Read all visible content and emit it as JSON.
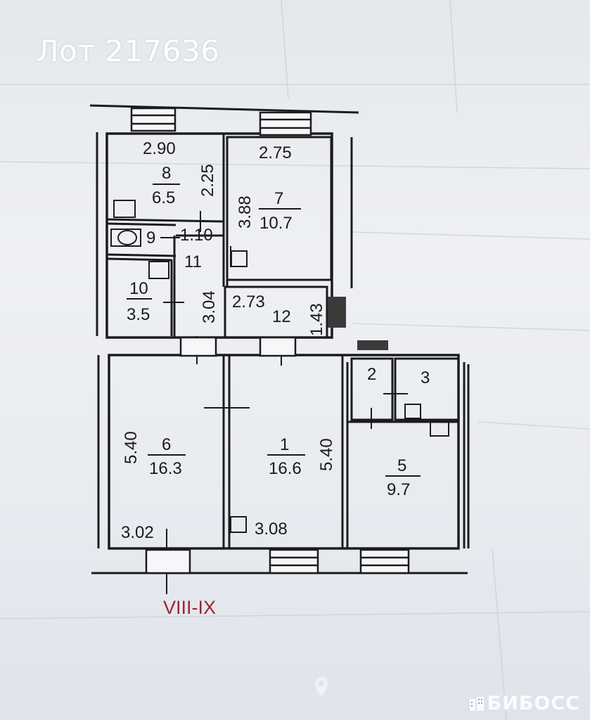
{
  "header": {
    "lot_label": "Лот 217636"
  },
  "watermark": {
    "brand": "БИБОСС",
    "icon": "building-logo-icon",
    "pin_icon": "map-pin-icon"
  },
  "section_marker": "VIII-IX",
  "colors": {
    "walls": "#1c1c1c",
    "section_marker": "#9a2636",
    "paper": "#eceef2"
  },
  "rooms": [
    {
      "id": "8",
      "area": "6.5",
      "dims": [
        "2.90",
        "2.25"
      ]
    },
    {
      "id": "7",
      "area": "10.7",
      "dims": [
        "2.75",
        "3.88"
      ]
    },
    {
      "id": "9",
      "area": "",
      "dims": [
        "1.10"
      ]
    },
    {
      "id": "11",
      "area": "",
      "dims": [
        "3.04"
      ]
    },
    {
      "id": "10",
      "area": "3.5",
      "dims": []
    },
    {
      "id": "12",
      "area": "",
      "dims": [
        "2.73",
        "1.43"
      ]
    },
    {
      "id": "6",
      "area": "16.3",
      "dims": [
        "5.40",
        "3.02"
      ]
    },
    {
      "id": "1",
      "area": "16.6",
      "dims": [
        "5.40",
        "3.08"
      ]
    },
    {
      "id": "2",
      "area": "",
      "dims": []
    },
    {
      "id": "3",
      "area": "",
      "dims": []
    },
    {
      "id": "5",
      "area": "9.7",
      "dims": []
    }
  ]
}
